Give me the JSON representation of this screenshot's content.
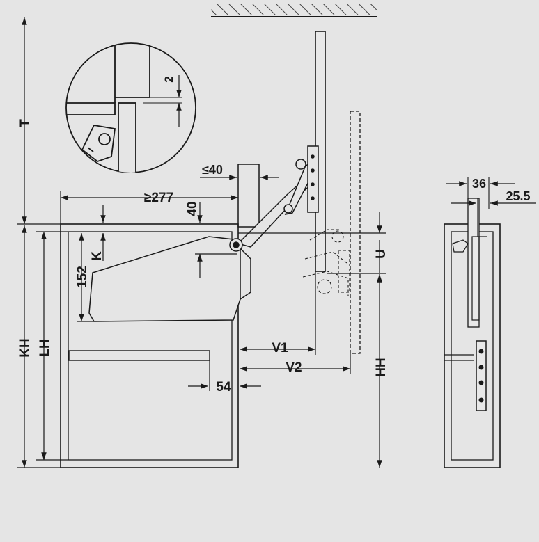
{
  "dimension_labels": {
    "T": "T",
    "KH": "KH",
    "LH": "LH",
    "HH": "HH",
    "U": "U",
    "K": "K",
    "V1": "V1",
    "V2": "V2",
    "min_depth": "≥277",
    "max_gap": "≤40",
    "offset_40": "40",
    "height_152": "152",
    "dim_54": "54",
    "detail_2": "2",
    "side_36": "36",
    "side_25_5": "25.5"
  },
  "colors": {
    "background": "#e5e5e5",
    "line": "#1a1a1a",
    "panel": "#e8e8e8"
  }
}
